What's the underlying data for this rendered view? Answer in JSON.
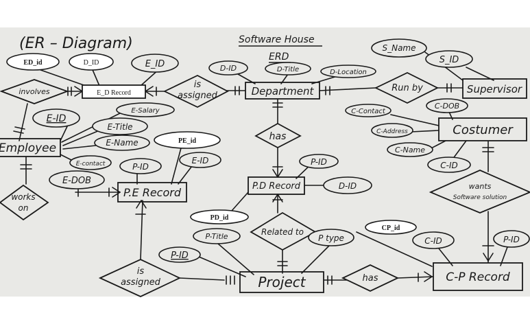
{
  "diagram": {
    "heading": "(ER – Diagram)",
    "title_line1": "Software House",
    "title_line2": "ERD",
    "colors": {
      "paper": "#e9e9e6",
      "ink": "#1a1a1a",
      "typed_box_fill": "#ffffff"
    },
    "entities": {
      "department": "Department",
      "supervisor": "Supervisor",
      "customer": "Costumer",
      "employee": "Employee",
      "project": "Project",
      "pe_record": "P.E Record",
      "pd_record": "P.D Record",
      "cp_record": "C-P Record",
      "ed_record": "E_D Record"
    },
    "relationships": {
      "involves": "involves",
      "is_assigned_dept": [
        "is",
        "assigned"
      ],
      "run_by": "Run by",
      "has_dept": "has",
      "wants": [
        "wants",
        "Software solution"
      ],
      "works_on": [
        "works",
        "on"
      ],
      "related_to": "Related to",
      "is_assigned_proj": [
        "is",
        "assigned"
      ],
      "has_proj": "has"
    },
    "attributes": {
      "ed_id": "ED_id",
      "ed_d_id": "D_ID",
      "ed_e_id": "E_ID",
      "dept_d_id": "D-ID",
      "dept_d_title": "D-Title",
      "dept_d_location": "D-Location",
      "s_name": "S_Name",
      "s_id": "S_ID",
      "c_contact": "C-Contact",
      "c_dob": "C-DOB",
      "c_address": "C-Address",
      "c_name": "C-Name",
      "c_id": "C-ID",
      "e_salary": "E-Salary",
      "e_id": "E-ID",
      "e_title": "E-Title",
      "e_name": "E-Name",
      "e_contact": "E-contact",
      "e_dob": "E-DOB",
      "pe_id": "PE_id",
      "pe_p_id": "P-ID",
      "pe_e_id": "E-ID",
      "pd_p_id": "P-ID",
      "pd_d_id": "D-ID",
      "pd_id": "PD_id",
      "p_title": "P-Title",
      "p_id": "P-ID",
      "p_type": "P type",
      "cp_id": "CP_id",
      "cp_c_id": "C-ID",
      "cp_p_id": "P-ID"
    }
  }
}
